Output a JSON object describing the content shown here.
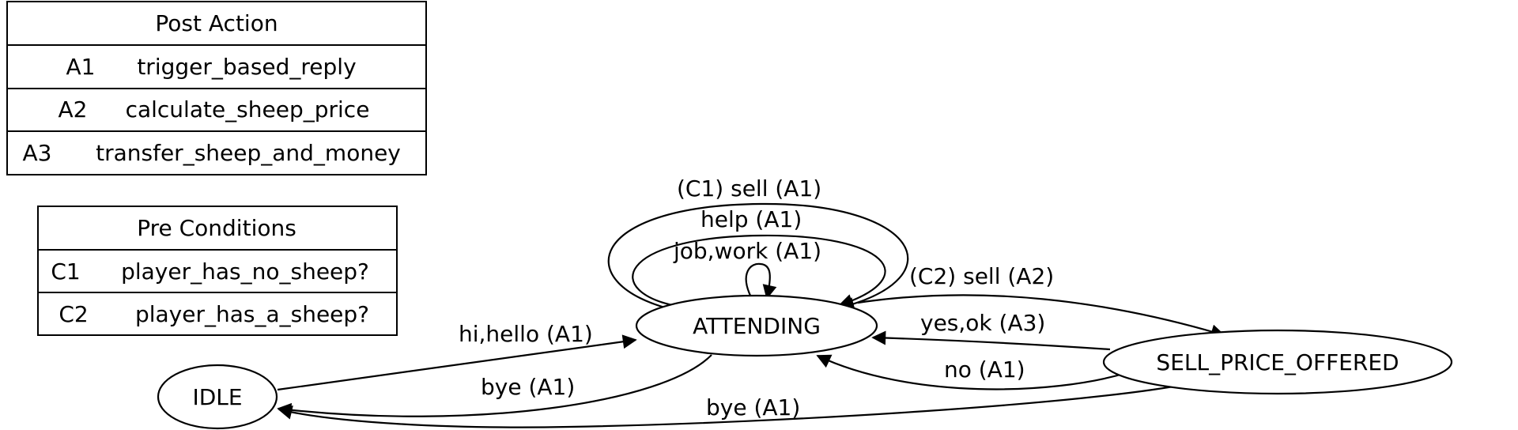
{
  "post_action": {
    "title": "Post Action",
    "rows": [
      {
        "code": "A1",
        "name": "trigger_based_reply"
      },
      {
        "code": "A2",
        "name": "calculate_sheep_price"
      },
      {
        "code": "A3",
        "name": "transfer_sheep_and_money"
      }
    ]
  },
  "pre_conditions": {
    "title": "Pre Conditions",
    "rows": [
      {
        "code": "C1",
        "name": "player_has_no_sheep?"
      },
      {
        "code": "C2",
        "name": "player_has_a_sheep?"
      }
    ]
  },
  "states": {
    "idle": "IDLE",
    "attending": "ATTENDING",
    "sell_price_offered": "SELL_PRICE_OFFERED"
  },
  "edges": {
    "idle_to_attending": "hi,hello (A1)",
    "attending_to_idle": "bye (A1)",
    "self_job_work": "job,work (A1)",
    "self_help": "help (A1)",
    "self_sell_c1": "(C1) sell (A1)",
    "attending_to_offered": "(C2) sell (A2)",
    "offered_yes": "yes,ok (A3)",
    "offered_no": "no (A1)",
    "offered_to_idle": "bye (A1)"
  }
}
